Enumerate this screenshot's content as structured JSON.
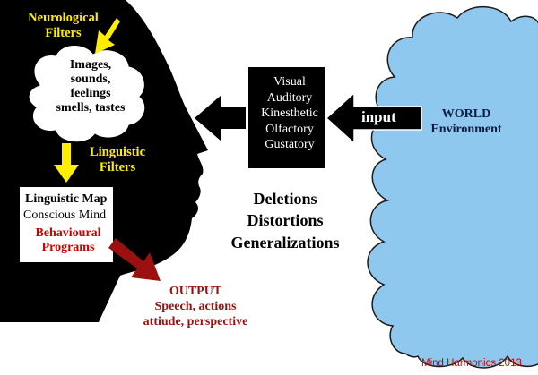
{
  "labels": {
    "neurological_filters": [
      "Neurological",
      "Filters"
    ],
    "internal": [
      "Images,",
      "sounds,",
      "feelings",
      "smells, tastes"
    ],
    "linguistic_filters": [
      "Linguistic",
      "Filters"
    ],
    "map": {
      "title": "Linguistic Map",
      "conscious": "Conscious Mind",
      "programs": [
        "Behavioural",
        "Programs"
      ]
    },
    "senses": [
      "Visual",
      "Auditory",
      "Kinesthetic",
      "Olfactory",
      "Gustatory"
    ],
    "input": "input",
    "world": [
      "WORLD",
      "Environment"
    ],
    "processes": [
      "Deletions",
      "Distortions",
      "Generalizations"
    ],
    "output": {
      "title": "OUTPUT",
      "details": [
        "Speech, actions",
        "attiude, perspective"
      ]
    },
    "credit": "Mind Harmonics 2013"
  },
  "colors": {
    "head": "#000000",
    "cloud": "#8ec8ef",
    "cloud_outline": "#1a1a1a",
    "filter_text": "#ffee00",
    "programs_text": "#cc0000",
    "output_arrow": "#9b1010",
    "credit_text": "#cc0000"
  },
  "icons": [
    "head-silhouette",
    "thought-cloud",
    "world-cloud",
    "arrow-left",
    "arrow-down",
    "arrow-output"
  ]
}
